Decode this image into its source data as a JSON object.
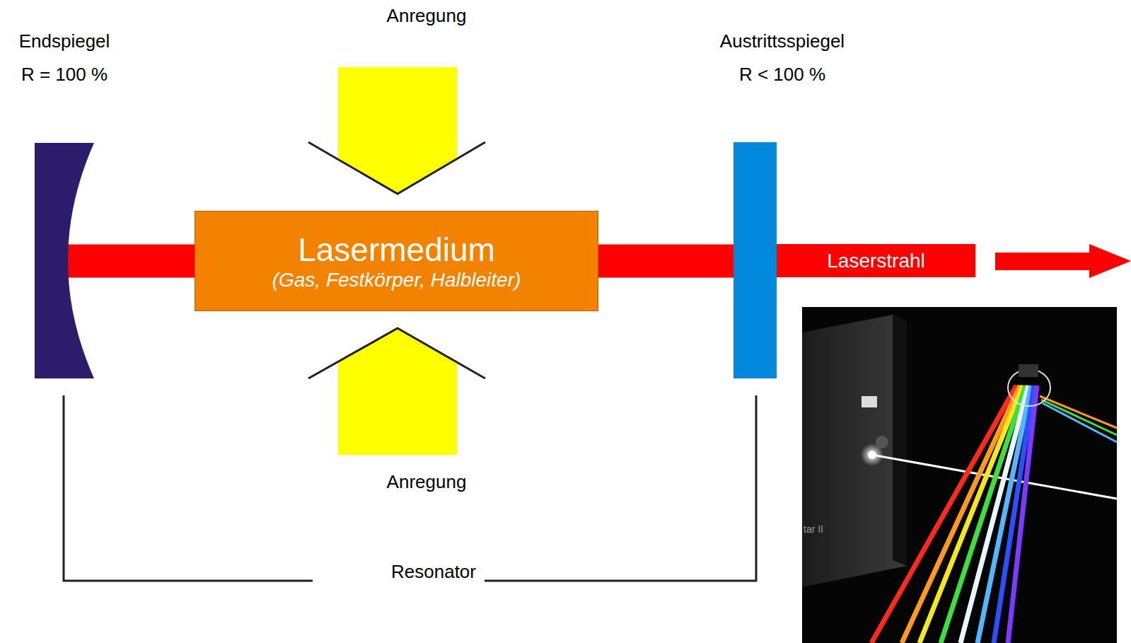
{
  "diagram": {
    "nodes": [
      {
        "text": [
          "Endspiegel",
          "R = 100 %"
        ]
      },
      {
        "text": [
          "Lasermedium",
          "(Gas, Festkörper, Halbleiter)"
        ]
      },
      {
        "text": [
          "Austrittsspiegel",
          "R < 100 %"
        ]
      },
      {
        "text": [
          "Laserstrahl"
        ]
      }
    ],
    "edges": [
      {
        "from": 0,
        "to": 1,
        "arrow": "none"
      },
      {
        "from": 1,
        "to": 2,
        "arrow": "none"
      }
    ],
    "labels": [
      "Anregung",
      "Anregung",
      "Resonator",
      "tar II"
    ]
  }
}
